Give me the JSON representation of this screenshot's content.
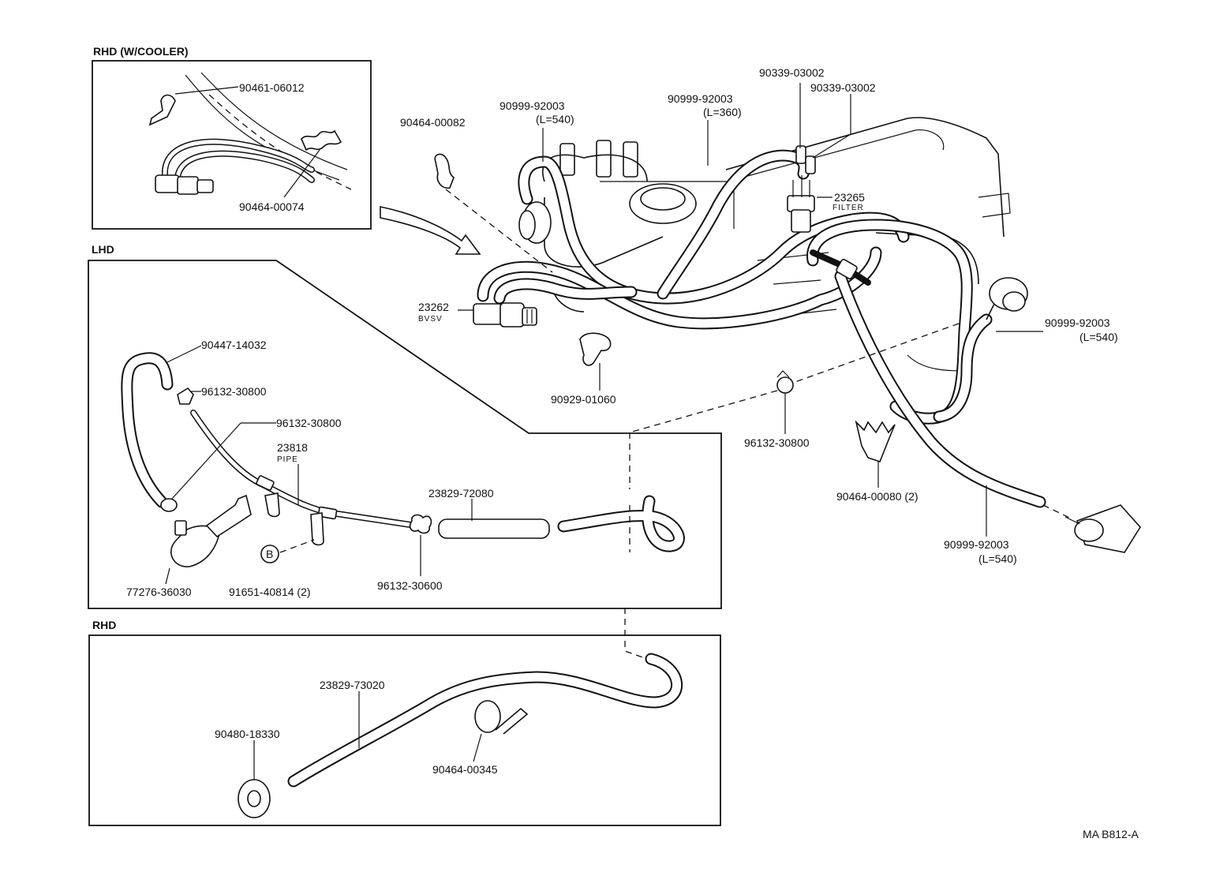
{
  "sections": {
    "rhd_cooler": "RHD (W/COOLER)",
    "lhd": "LHD",
    "rhd": "RHD"
  },
  "parts": {
    "p90461_06012": "90461-06012",
    "p90464_00074": "90464-00074",
    "p90464_00082": "90464-00082",
    "p90999_92003_a": "90999-92003",
    "p90999_92003_a_len": "(L=540)",
    "p90999_92003_b": "90999-92003",
    "p90999_92003_b_len": "(L=360)",
    "p90339_03002_a": "90339-03002",
    "p90339_03002_b": "90339-03002",
    "p23265": "23265",
    "p23265_sub": "FILTER",
    "p23262": "23262",
    "p23262_sub": "BVSV",
    "p90929_01060": "90929-01060",
    "p90999_92003_c": "90999-92003",
    "p90999_92003_c_len": "(L=540)",
    "p96132_30800_c": "96132-30800",
    "p90464_00080": "90464-00080 (2)",
    "p90999_92003_d": "90999-92003",
    "p90999_92003_d_len": "(L=540)",
    "p90447_14032": "90447-14032",
    "p96132_30800_a": "96132-30800",
    "p96132_30800_b": "96132-30800",
    "p23818": "23818",
    "p23818_sub": "PIPE",
    "p23829_72080": "23829-72080",
    "p77276_36030": "77276-36030",
    "p91651_40814": "91651-40814 (2)",
    "p96132_30600": "96132-30600",
    "b_marker": "B",
    "p23829_73020": "23829-73020",
    "p90480_18330": "90480-18330",
    "p90464_00345": "90464-00345"
  },
  "footer": {
    "code": "MA B812-A"
  }
}
